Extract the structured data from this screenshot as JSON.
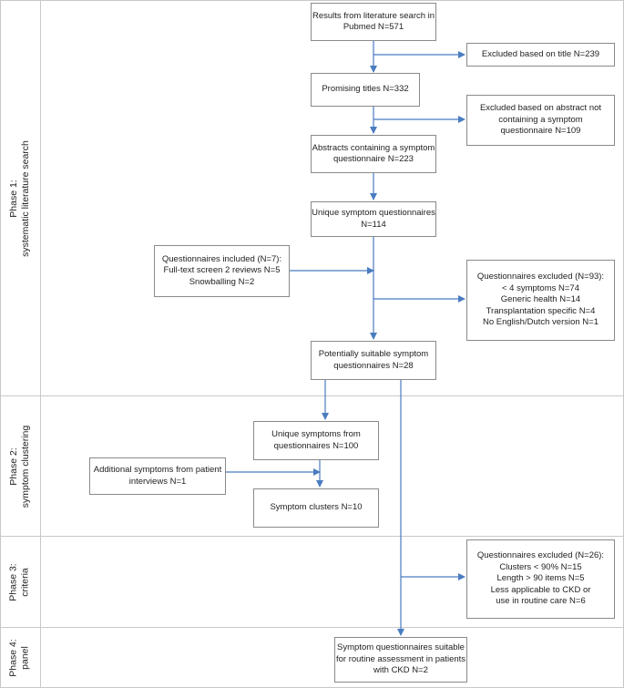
{
  "phases": [
    {
      "id": "phase1",
      "lines": [
        "Phase 1:",
        "systematic literature search"
      ]
    },
    {
      "id": "phase2",
      "lines": [
        "Phase 2:",
        "symptom clustering"
      ]
    },
    {
      "id": "phase3",
      "lines": [
        "Phase 3:",
        "criteria"
      ]
    },
    {
      "id": "phase4",
      "lines": [
        "Phase 4:",
        "panel"
      ]
    }
  ],
  "boxes": {
    "literature_search": [
      "Results from literature search in",
      "Pubmed N=571"
    ],
    "excluded_title": [
      "Excluded based on title N=239"
    ],
    "promising_titles": [
      "Promising titles N=332"
    ],
    "excluded_abstract": [
      "Excluded based on abstract not",
      "containing a symptom",
      "questionnaire N=109"
    ],
    "abstracts_containing": [
      "Abstracts containing a symptom",
      "questionnaire N=223"
    ],
    "unique_questionnaires": [
      "Unique symptom questionnaires",
      "N=114"
    ],
    "questionnaires_included": [
      "Questionnaires included (N=7):",
      "Full-text screen 2 reviews N=5",
      "Snowballing N=2"
    ],
    "questionnaires_excluded_93": [
      "Questionnaires excluded (N=93):",
      "< 4 symptoms N=74",
      "Generic health N=14",
      "Transplantation specific N=4",
      "No English/Dutch version N=1"
    ],
    "potentially_suitable": [
      "Potentially suitable symptom",
      "questionnaires N=28"
    ],
    "unique_symptoms": [
      "Unique symptoms from",
      "questionnaires N=100"
    ],
    "additional_symptoms": [
      "Additional symptoms from patient",
      "interviews N=1"
    ],
    "symptom_clusters": [
      "Symptom clusters N=10"
    ],
    "questionnaires_excluded_26": [
      "Questionnaires excluded (N=26):",
      "Clusters < 90% N=15",
      "Length > 90 items N=5",
      "Less applicable to CKD or",
      "use in routine care N=6"
    ],
    "suitable_final": [
      "Symptom questionnaires suitable",
      "for routine assessment in patients",
      "with CKD N=2"
    ]
  },
  "colors": {
    "arrow": "#4a7cc0",
    "box_border": "#8a8a8a",
    "phase_border": "#c8c8c8"
  }
}
